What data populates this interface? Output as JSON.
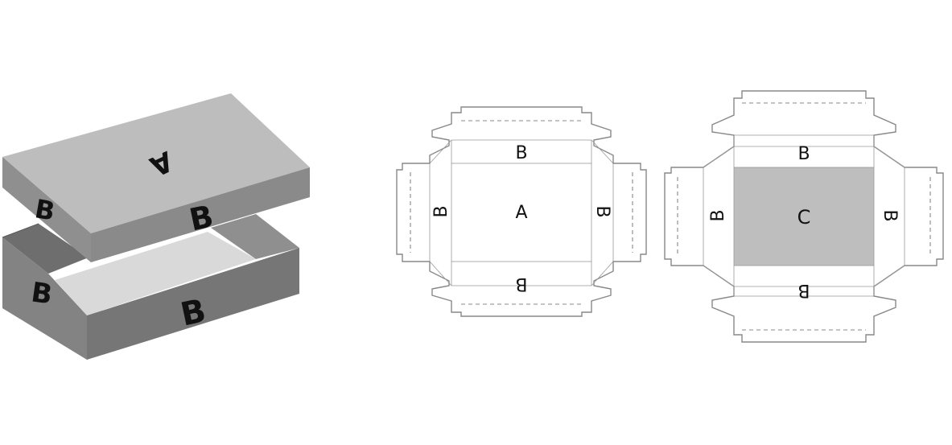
{
  "isometric_box": {
    "lid_top_label": "A",
    "lid_left_label": "B",
    "lid_front_label": "B",
    "base_left_label": "B",
    "base_front_label": "B"
  },
  "lid_net": {
    "center_label": "A",
    "top_label": "B",
    "bottom_label": "B",
    "left_label": "B",
    "right_label": "B"
  },
  "base_net": {
    "center_label": "C",
    "top_label": "B",
    "bottom_label": "B",
    "left_label": "B",
    "right_label": "B"
  },
  "colors": {
    "lid_top": "#bdbdbd",
    "lid_side": "#8a8a8a",
    "base_side": "#767676",
    "base_inner": "#d9d9d9",
    "net_panel_fill": "#bebebe"
  }
}
